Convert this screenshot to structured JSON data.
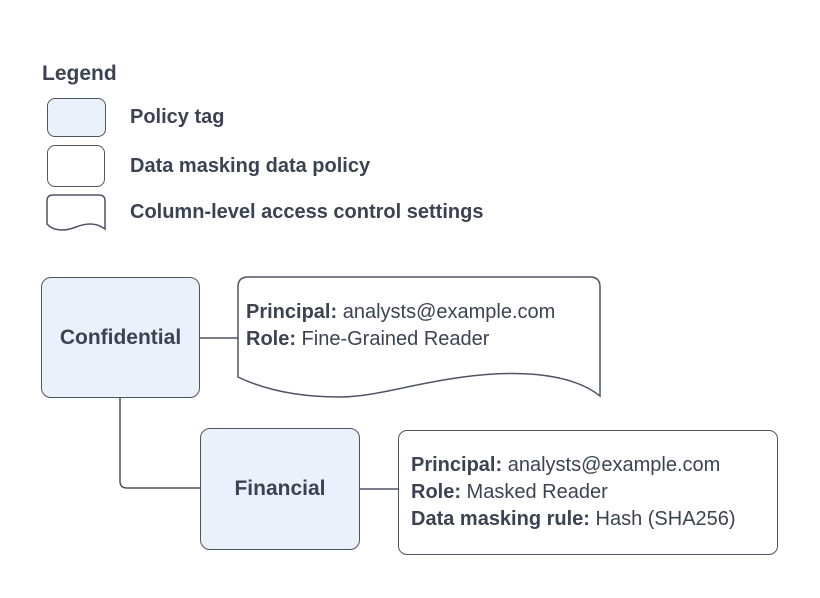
{
  "colors": {
    "policy_tag_fill": "#eaf1fb",
    "shape_fill": "#ffffff",
    "stroke": "#4d5564",
    "text": "#3b4352",
    "background": "#ffffff"
  },
  "legend": {
    "title": "Legend",
    "items": [
      {
        "swatch": "policy-tag-swatch",
        "label": "Policy tag"
      },
      {
        "swatch": "data-masking-policy-swatch",
        "label": "Data masking data policy"
      },
      {
        "swatch": "column-access-settings-swatch",
        "label": "Column-level access control settings"
      }
    ]
  },
  "diagram": {
    "nodes": {
      "confidential": {
        "type": "policy-tag",
        "label": "Confidential"
      },
      "financial": {
        "type": "policy-tag",
        "label": "Financial"
      },
      "access_settings": {
        "type": "column-level-access-control-settings",
        "lines": [
          {
            "label": "Principal:",
            "value": " analysts@example.com"
          },
          {
            "label": "Role:",
            "value": " Fine-Grained Reader"
          }
        ]
      },
      "masking_policy": {
        "type": "data-masking-data-policy",
        "lines": [
          {
            "label": "Principal:",
            "value": " analysts@example.com"
          },
          {
            "label": "Role:",
            "value": " Masked Reader"
          },
          {
            "label": "Data masking rule:",
            "value": " Hash (SHA256)"
          }
        ]
      }
    },
    "edges": [
      {
        "from": "confidential",
        "to": "access_settings"
      },
      {
        "from": "confidential",
        "to": "financial"
      },
      {
        "from": "financial",
        "to": "masking_policy"
      }
    ]
  }
}
